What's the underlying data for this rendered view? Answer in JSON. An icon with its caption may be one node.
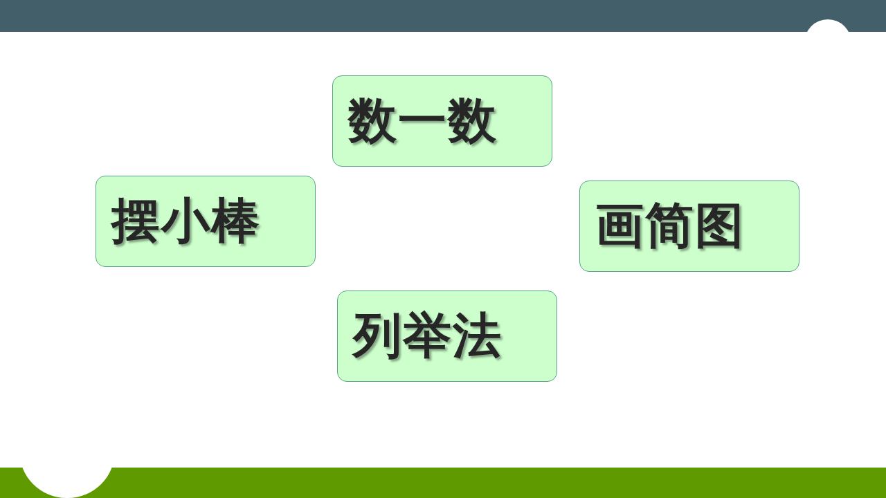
{
  "diagram": {
    "nodes": [
      {
        "text": [
          "数一数"
        ]
      },
      {
        "text": [
          "摆小棒"
        ]
      },
      {
        "text": [
          "画简图"
        ]
      },
      {
        "text": [
          "列举法"
        ]
      }
    ]
  }
}
